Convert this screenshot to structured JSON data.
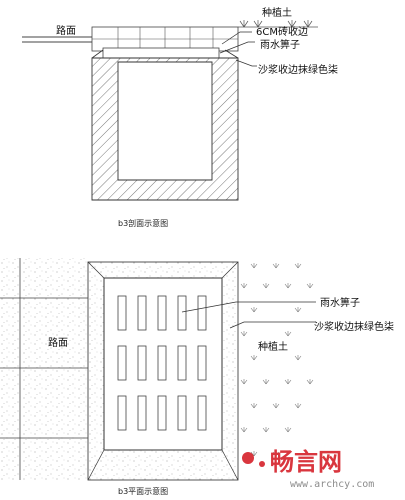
{
  "section": {
    "labels": {
      "road": "路面",
      "planting_soil": "种植土",
      "brick_edge": "6CM砖收边",
      "grate": "雨水箅子",
      "mortar_edge": "沙浆收边抹绿色柒"
    },
    "caption": "b3剖面示意图"
  },
  "plan": {
    "labels": {
      "road": "路面",
      "grate": "雨水箅子",
      "mortar_edge": "沙浆收边抹绿色柒",
      "planting_soil": "种植土"
    },
    "caption": "b3平面示意图"
  },
  "watermark": {
    "brand": "畅言网",
    "url": "www.archcy.com",
    "color": "#d9363e"
  }
}
